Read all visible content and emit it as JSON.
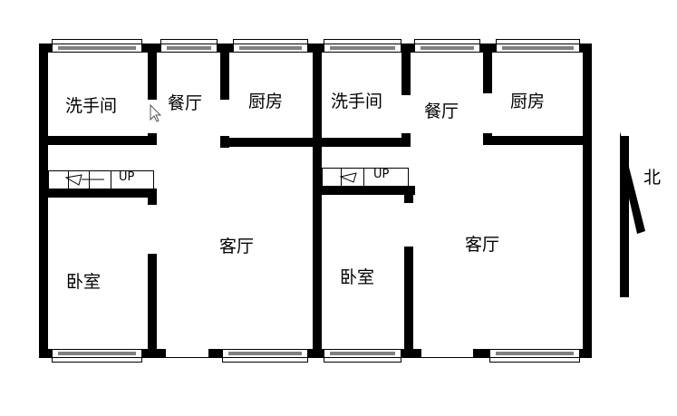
{
  "unit_left": {
    "rooms": {
      "bathroom": "洗手间",
      "dining": "餐厅",
      "kitchen": "厨房",
      "living": "客厅",
      "bedroom": "卧室"
    },
    "stairs_label": "UP"
  },
  "unit_right": {
    "rooms": {
      "bathroom": "洗手间",
      "dining": "餐厅",
      "kitchen": "厨房",
      "living": "客厅",
      "bedroom": "卧室"
    },
    "stairs_label": "UP"
  },
  "compass": {
    "label": "北"
  },
  "colors": {
    "wall": "#000000",
    "background": "#ffffff"
  }
}
